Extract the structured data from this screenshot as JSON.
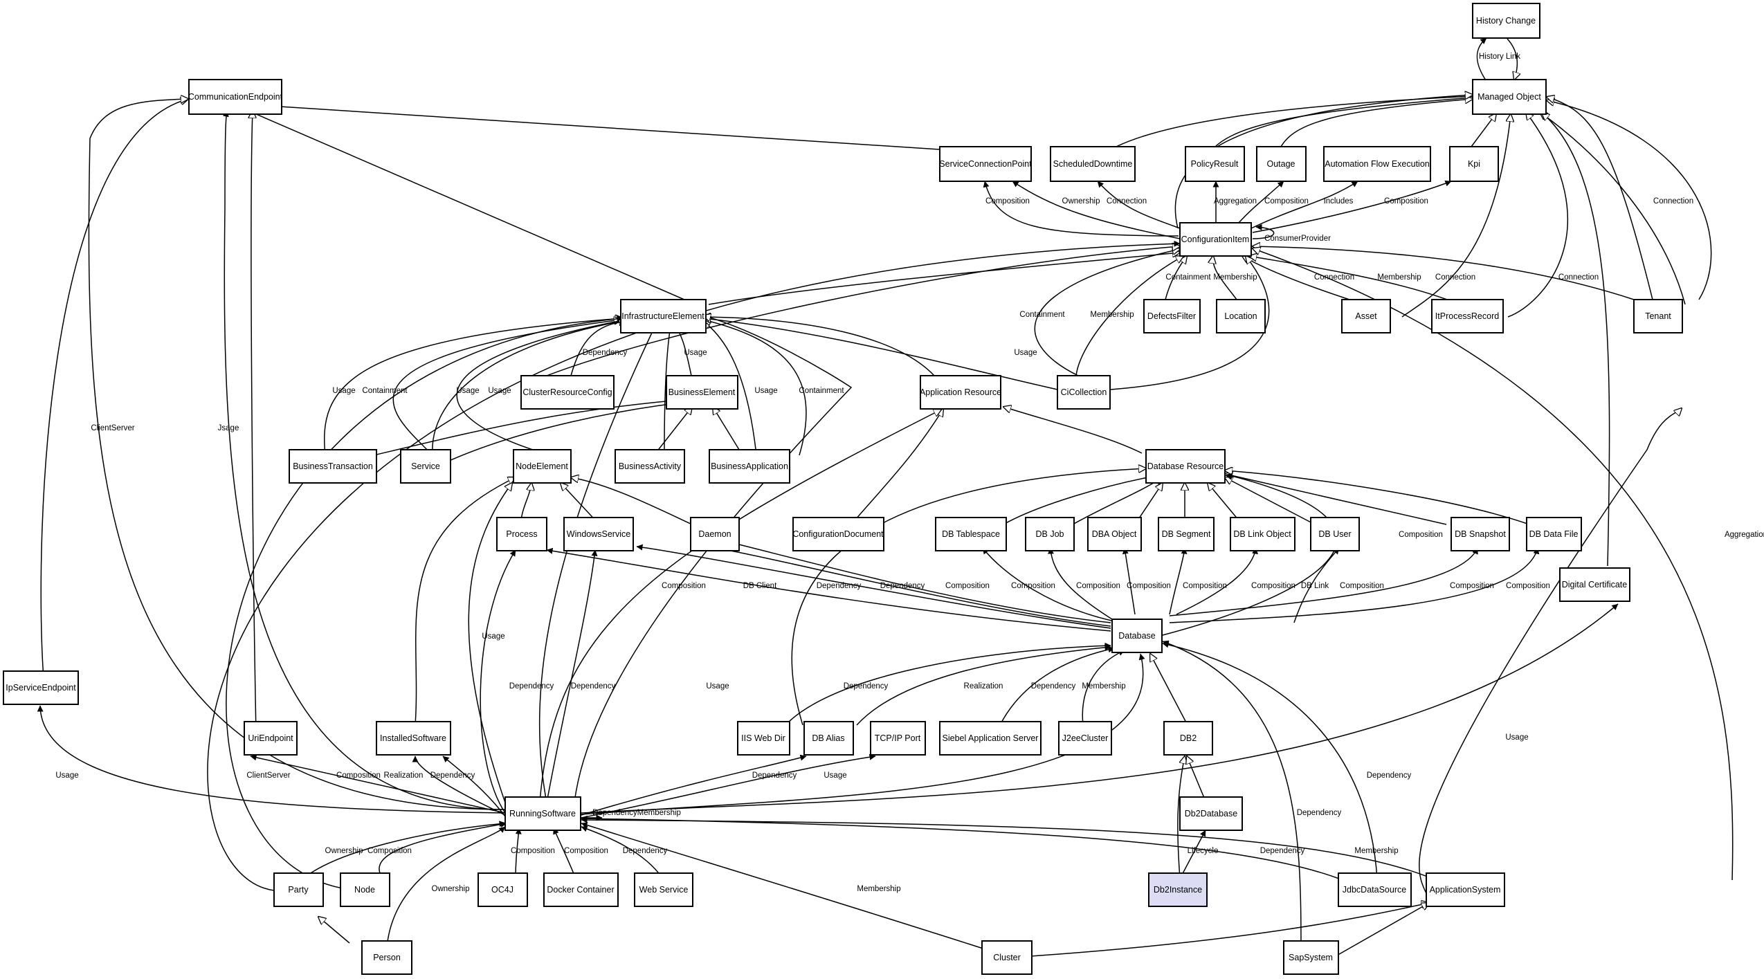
{
  "highlight_fill": "#dcdcf5",
  "nodes": {
    "history_change": "History Change",
    "managed_object": "Managed Object",
    "communication_endpoint": "CommunicationEndpoint",
    "service_connection_point": "ServiceConnectionPoint",
    "scheduled_downtime": "ScheduledDowntime",
    "policy_result": "PolicyResult",
    "outage": "Outage",
    "automation_flow_execution": "Automation Flow Execution",
    "kpi": "Kpi",
    "configuration_item": "ConfigurationItem",
    "infrastructure_element": "InfrastructureElement",
    "defects_filter": "DefectsFilter",
    "location": "Location",
    "asset": "Asset",
    "it_process_record": "ItProcessRecord",
    "tenant": "Tenant",
    "cluster_resource_config": "ClusterResourceConfig",
    "business_element": "BusinessElement",
    "application_resource": "Application Resource",
    "ci_collection": "CiCollection",
    "business_transaction": "BusinessTransaction",
    "service": "Service",
    "node_element": "NodeElement",
    "business_activity": "BusinessActivity",
    "business_application": "BusinessApplication",
    "database_resource": "Database Resource",
    "process": "Process",
    "windows_service": "WindowsService",
    "daemon": "Daemon",
    "configuration_document": "ConfigurationDocument",
    "db_tablespace": "DB Tablespace",
    "db_job": "DB Job",
    "dba_object": "DBA Object",
    "db_segment": "DB Segment",
    "db_link_object": "DB Link Object",
    "db_user": "DB User",
    "db_snapshot": "DB Snapshot",
    "db_data_file": "DB Data File",
    "digital_certificate": "Digital Certificate",
    "database": "Database",
    "ip_service_endpoint": "IpServiceEndpoint",
    "uri_endpoint": "UriEndpoint",
    "installed_software": "InstalledSoftware",
    "iis_web_dir": "IIS Web Dir",
    "db_alias": "DB Alias",
    "tcp_ip_port": "TCP/IP Port",
    "siebel_application_server": "Siebel Application Server",
    "j2ee_cluster": "J2eeCluster",
    "db2": "DB2",
    "running_software": "RunningSoftware",
    "db2_database": "Db2Database",
    "party": "Party",
    "node": "Node",
    "oc4j": "OC4J",
    "docker_container": "Docker Container",
    "web_service": "Web Service",
    "db2_instance": "Db2Instance",
    "jdbc_data_source": "JdbcDataSource",
    "application_system": "ApplicationSystem",
    "person": "Person",
    "cluster": "Cluster",
    "sap_system": "SapSystem"
  },
  "edge_labels": {
    "history_link": "History Link",
    "composition": "Composition",
    "ownership": "Ownership",
    "connection": "Connection",
    "aggregation": "Aggregation",
    "includes": "Includes",
    "consumer_provider": "ConsumerProvider",
    "containment": "Containment",
    "membership": "Membership",
    "usage": "Usage",
    "usage_partial": "Jsage",
    "dependency": "Dependency",
    "client_server": "ClientServer",
    "db_client": "DB Client",
    "db_link": "DB Link",
    "realization": "Realization",
    "lifecycle": "Lifecycle",
    "dependency_membership": "DependencyMembership"
  }
}
